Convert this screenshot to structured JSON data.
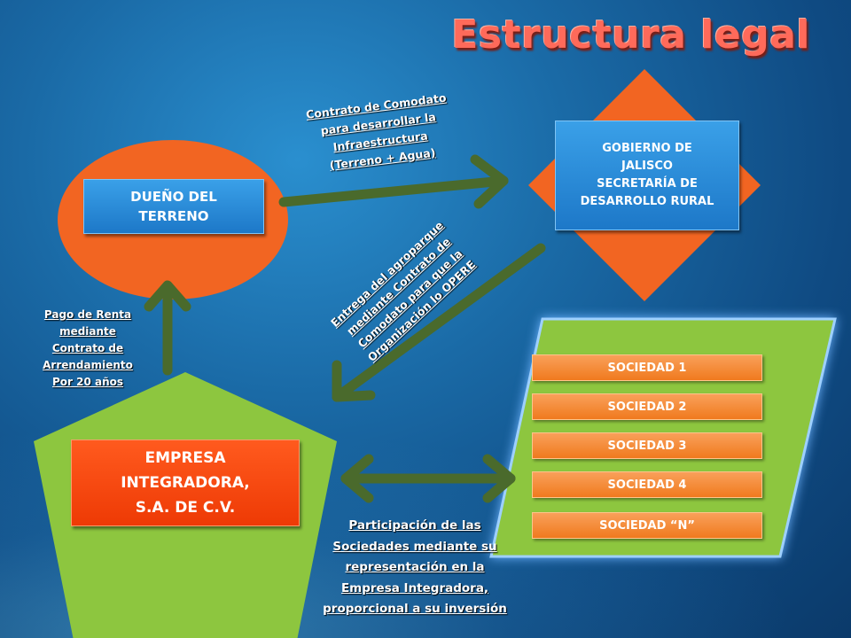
{
  "title": "Estructura legal",
  "nodes": {
    "owner": "DUEÑO DEL TERRENO",
    "government_line1": "GOBIERNO DE",
    "government_line2": "JALISCO",
    "government_line3": "SECRETARÍA DE",
    "government_line4": "DESARROLLO RURAL",
    "integrator_line1": "EMPRESA",
    "integrator_line2": "INTEGRADORA,",
    "integrator_line3": "S.A. DE C.V.",
    "societies": [
      "SOCIEDAD 1",
      "SOCIEDAD 2",
      "SOCIEDAD 3",
      "SOCIEDAD 4",
      "SOCIEDAD “N”"
    ]
  },
  "labels": {
    "comodato": [
      "Contrato de Comodato",
      "para desarrollar la",
      "Infraestructura",
      "(Terreno + Agua)"
    ],
    "delivery": [
      "Entrega del agroparque",
      "mediante Contrato de",
      "Comodato para que la",
      "Organización lo OPERE"
    ],
    "rent": [
      "Pago de Renta",
      "mediante",
      "Contrato de",
      "Arrendamiento",
      "Por 20 años"
    ],
    "participation": [
      "Participación de las",
      "Sociedades mediante su",
      "representación en la",
      "Empresa Integradora,",
      "proporcional a su inversión"
    ]
  },
  "colors": {
    "background": "#1a6aa6",
    "orange_shape": "#f26522",
    "green_shape": "#8dc63f",
    "arrow": "#4a6a2c",
    "title": "#ff6a5a"
  }
}
